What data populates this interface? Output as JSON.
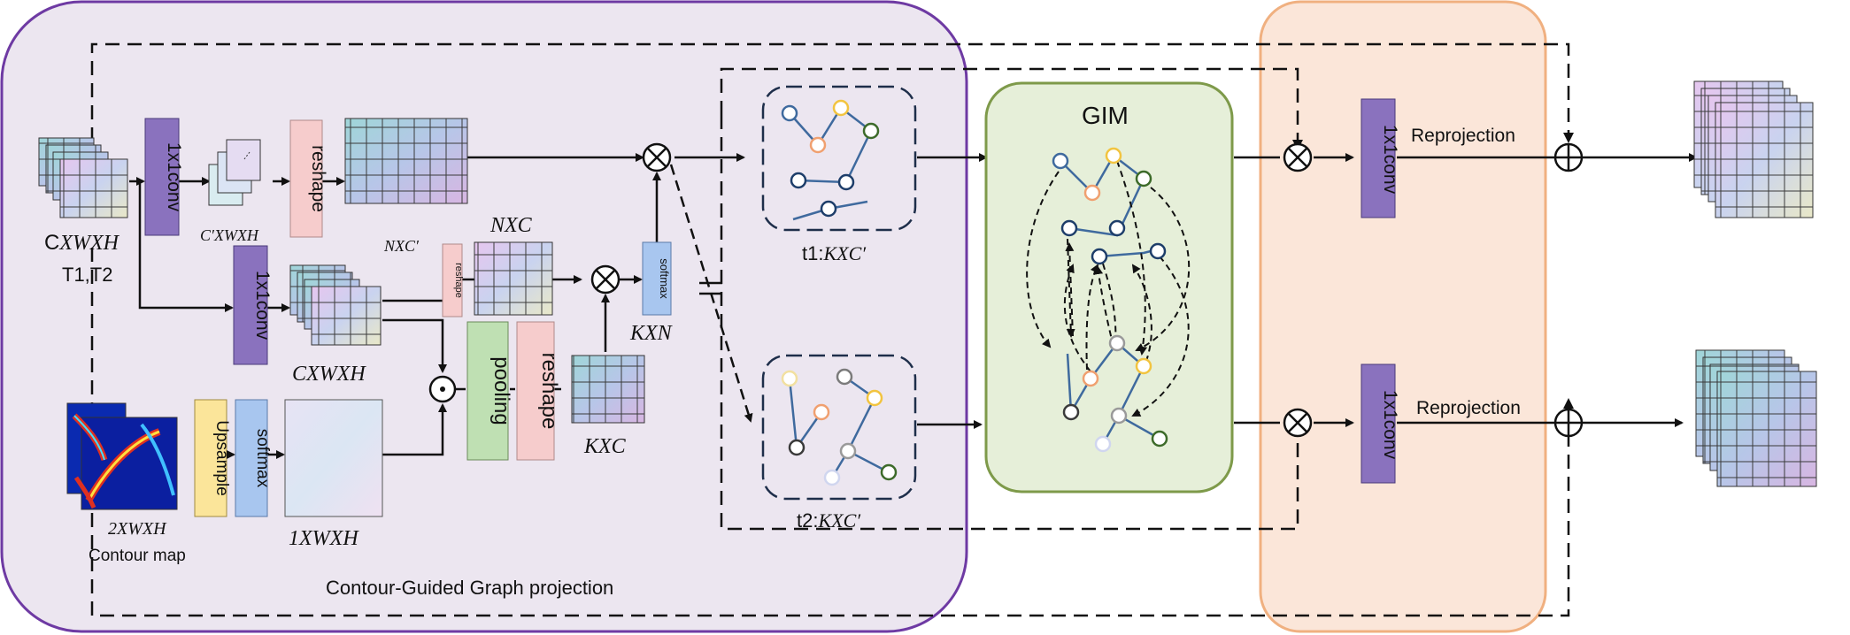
{
  "blocks": {
    "conv1": "1x1conv",
    "conv2": "1x1conv",
    "reshape1": "reshape",
    "reshape_small": "reshape",
    "softmax_small": "softmax",
    "upsample": "Upsample",
    "softmax": "softmax",
    "pooling": "pooling",
    "reshape2": "reshape",
    "conv_top": "1x1conv",
    "conv_bottom": "1x1conv"
  },
  "labels": {
    "input_dim_prefix": "C",
    "input_dim_math": "XWXH",
    "input_name": "T1,T2",
    "cprime": "C′XWXH",
    "nxcprime": "NXC′",
    "nxc": "NXC",
    "cxwxh": "CXWXH",
    "kxn": "KXN",
    "kxc": "KXC",
    "contour_dim": "2XWXH",
    "contour_name": "Contour map",
    "onexwxh": "1XWXH",
    "t1_prefix": "t1:",
    "t1_math": "KXC′",
    "t2_prefix": "t2:",
    "t2_math": "KXC′",
    "gim": "GIM",
    "reproj_top": "Reprojection",
    "reproj_bottom": "Reprojection",
    "section": "Contour-Guided Graph projection"
  },
  "colors": {
    "purple_border": "#6e3aa3",
    "purple_fill": "#ece6f0",
    "orange_border": "#f0b080",
    "orange_fill": "#fbe6d9",
    "gim_border": "#7e9a4a",
    "gim_fill": "#e6efd9",
    "conv_fill": "#8a72be",
    "reshape_fill": "#f6cccc",
    "pool_fill": "#bfe0b3",
    "upsample_fill": "#fbe59a",
    "softmax_fill": "#a8c6ef",
    "node_blue": "#3f6a9e",
    "node_orange": "#f0a070",
    "node_yellow": "#f2c440",
    "node_green": "#3d6b2a",
    "node_gray": "#7b7b7b"
  }
}
